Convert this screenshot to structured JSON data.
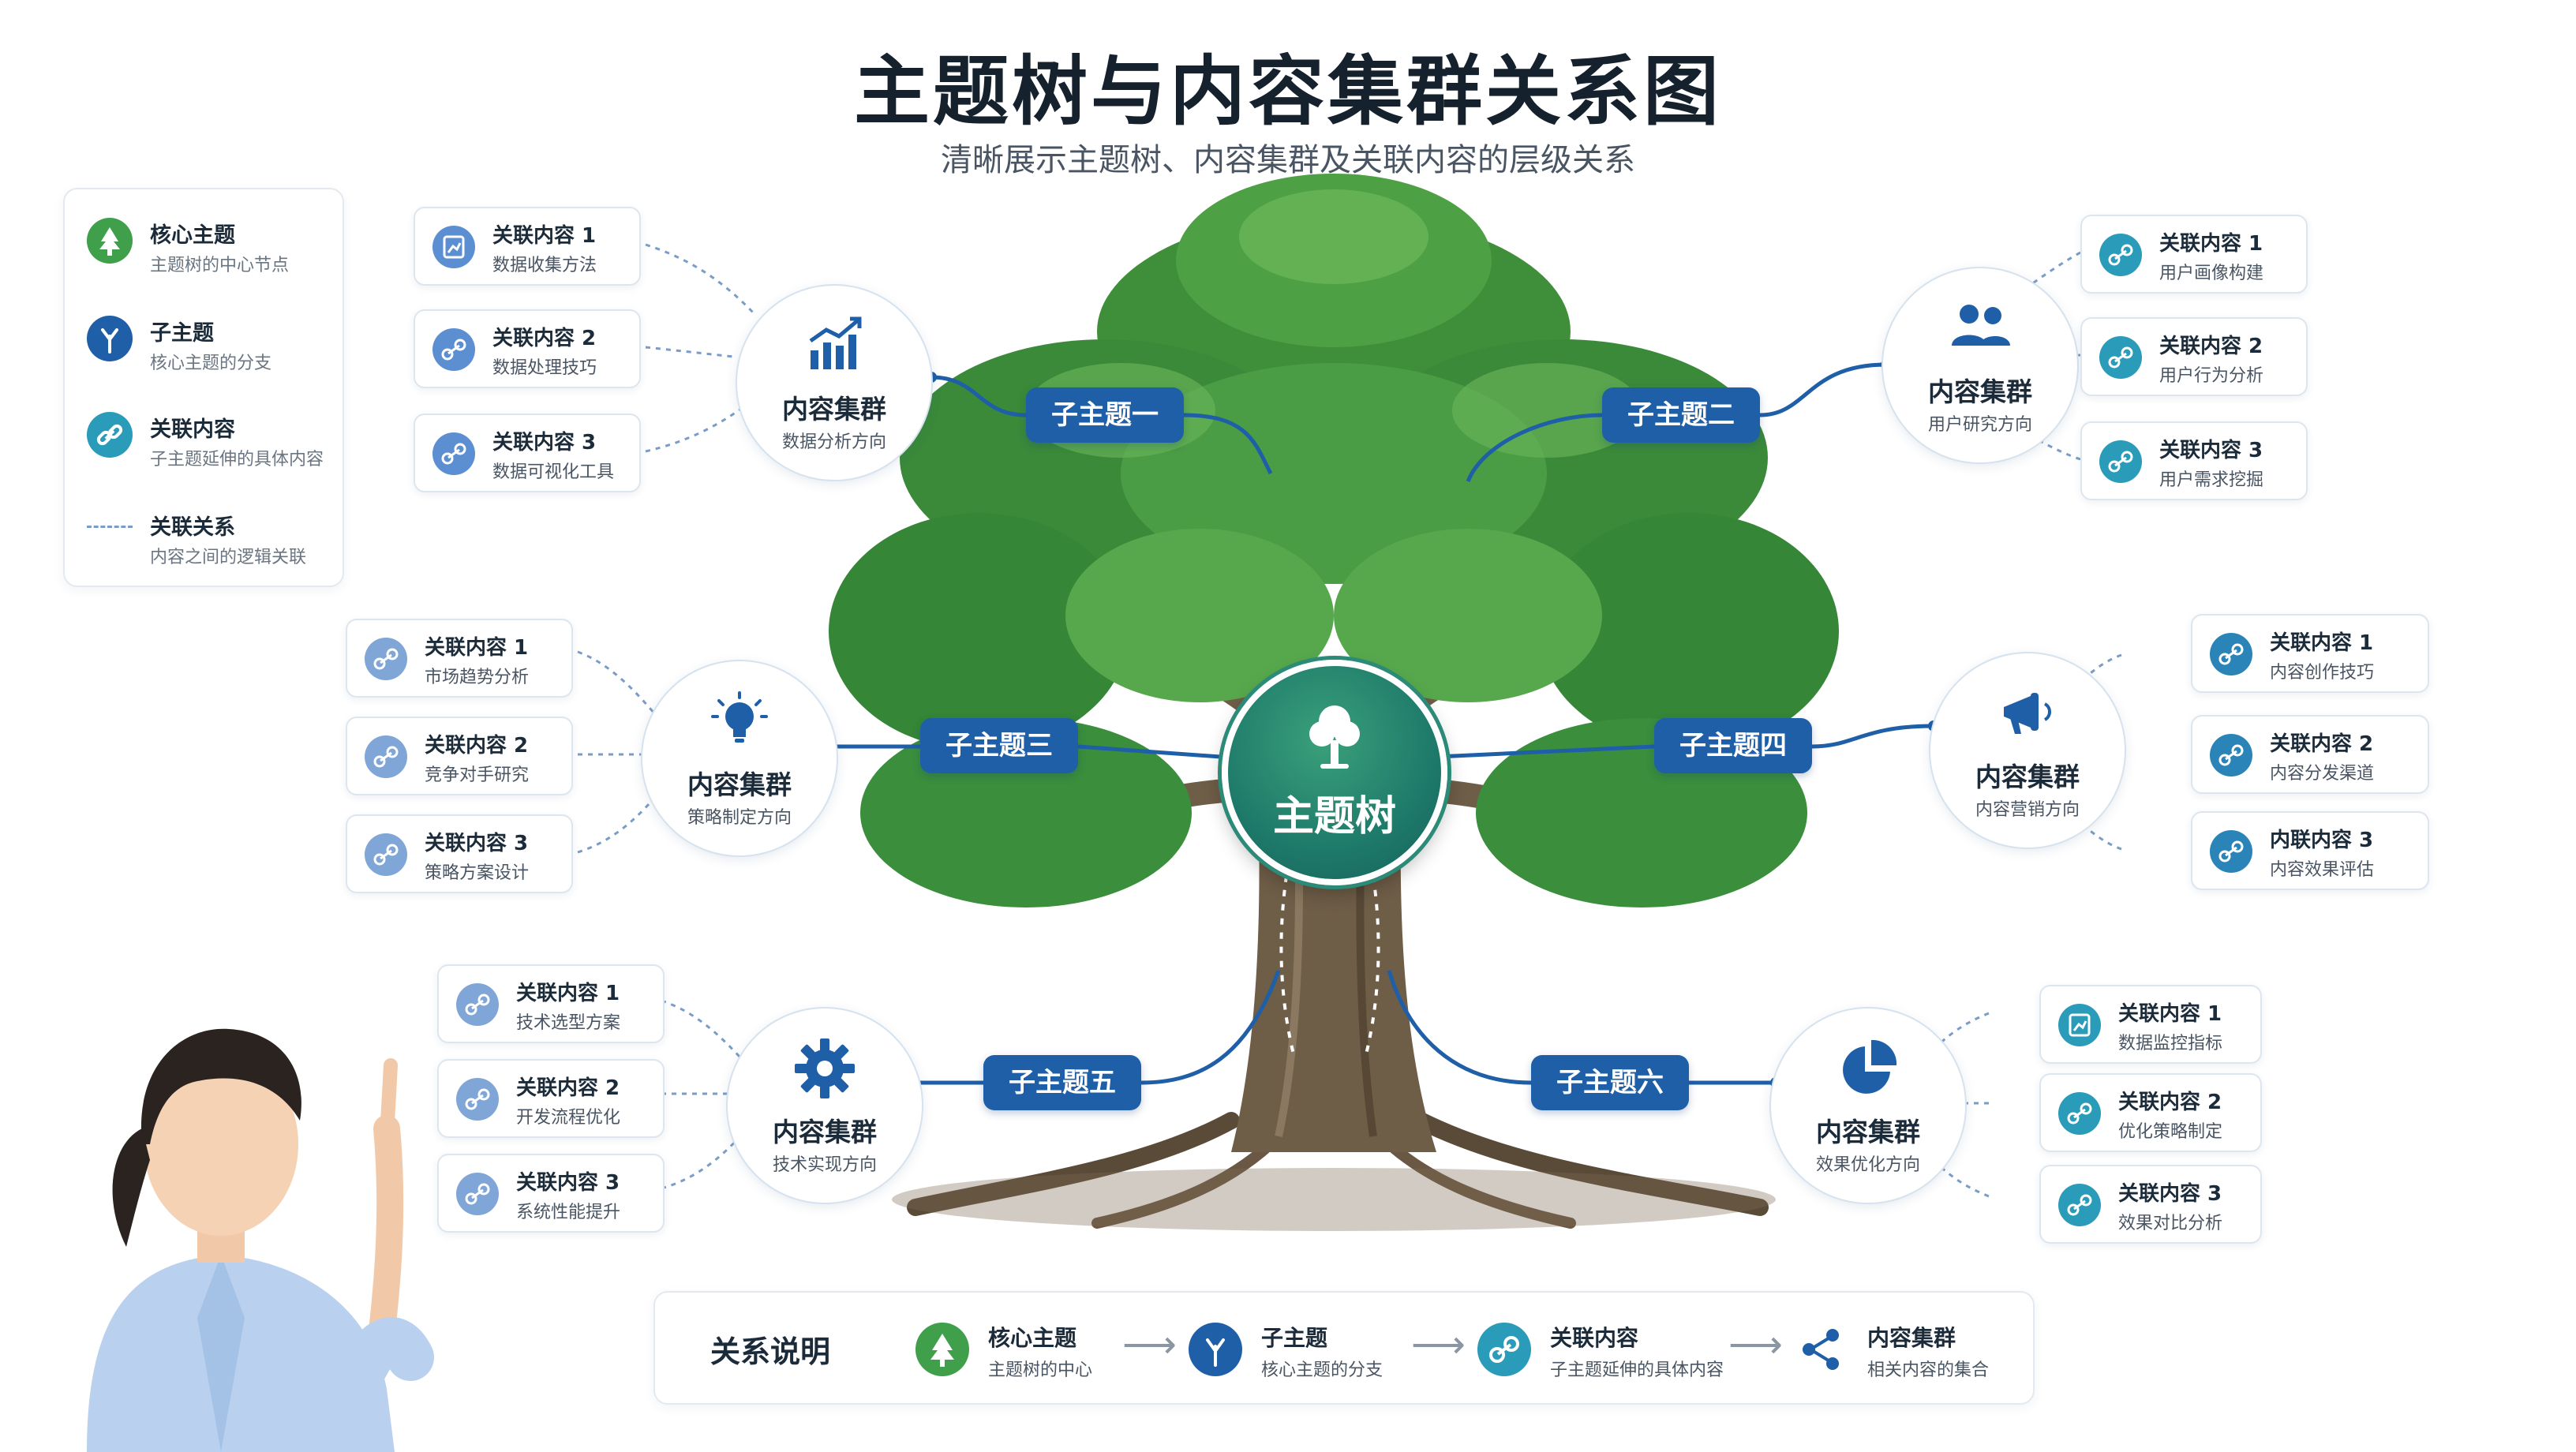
{
  "title": "主题树与内容集群关系图",
  "subtitle": "清晰展示主题树、内容集群及关联内容的层级关系",
  "colors": {
    "core": "#1e7a6a",
    "subtopic": "#1e5fa8",
    "related": "#2a9bb8",
    "leaf_green": "#3f8f3a"
  },
  "legend": [
    {
      "title": "核心主题",
      "desc": "主题树的中心节点",
      "icon": "tree-icon"
    },
    {
      "title": "子主题",
      "desc": "核心主题的分支",
      "icon": "branch-icon"
    },
    {
      "title": "关联内容",
      "desc": "子主题延伸的具体内容",
      "icon": "link-icon"
    },
    {
      "title": "关联关系",
      "desc": "内容之间的逻辑关联",
      "icon": "dashed-line"
    }
  ],
  "core": {
    "label": "主题树"
  },
  "subtopics": [
    {
      "label": "子主题一",
      "cluster": {
        "title": "内容集群",
        "desc": "数据分析方向",
        "icon": "bar-chart-icon"
      },
      "items": [
        {
          "title": "关联内容 1",
          "desc": "数据收集方法"
        },
        {
          "title": "关联内容 2",
          "desc": "数据处理技巧"
        },
        {
          "title": "关联内容 3",
          "desc": "数据可视化工具"
        }
      ]
    },
    {
      "label": "子主题二",
      "cluster": {
        "title": "内容集群",
        "desc": "用户研究方向",
        "icon": "users-icon"
      },
      "items": [
        {
          "title": "关联内容 1",
          "desc": "用户画像构建"
        },
        {
          "title": "关联内容 2",
          "desc": "用户行为分析"
        },
        {
          "title": "关联内容 3",
          "desc": "用户需求挖掘"
        }
      ]
    },
    {
      "label": "子主题三",
      "cluster": {
        "title": "内容集群",
        "desc": "策略制定方向",
        "icon": "lightbulb-icon"
      },
      "items": [
        {
          "title": "关联内容 1",
          "desc": "市场趋势分析"
        },
        {
          "title": "关联内容 2",
          "desc": "竞争对手研究"
        },
        {
          "title": "关联内容 3",
          "desc": "策略方案设计"
        }
      ]
    },
    {
      "label": "子主题四",
      "cluster": {
        "title": "内容集群",
        "desc": "内容营销方向",
        "icon": "megaphone-icon"
      },
      "items": [
        {
          "title": "关联内容 1",
          "desc": "内容创作技巧"
        },
        {
          "title": "关联内容 2",
          "desc": "内容分发渠道"
        },
        {
          "title": "内联内容 3",
          "desc": "内容效果评估"
        }
      ]
    },
    {
      "label": "子主题五",
      "cluster": {
        "title": "内容集群",
        "desc": "技术实现方向",
        "icon": "gear-icon"
      },
      "items": [
        {
          "title": "关联内容 1",
          "desc": "技术选型方案"
        },
        {
          "title": "关联内容 2",
          "desc": "开发流程优化"
        },
        {
          "title": "关联内容 3",
          "desc": "系统性能提升"
        }
      ]
    },
    {
      "label": "子主题六",
      "cluster": {
        "title": "内容集群",
        "desc": "效果优化方向",
        "icon": "pie-chart-icon"
      },
      "items": [
        {
          "title": "关联内容 1",
          "desc": "数据监控指标"
        },
        {
          "title": "关联内容 2",
          "desc": "优化策略制定"
        },
        {
          "title": "关联内容 3",
          "desc": "效果对比分析"
        }
      ]
    }
  ],
  "relations": {
    "title": "关系说明",
    "items": [
      {
        "title": "核心主题",
        "desc": "主题树的中心",
        "icon": "tree-icon"
      },
      {
        "title": "子主题",
        "desc": "核心主题的分支",
        "icon": "branch-icon"
      },
      {
        "title": "关联内容",
        "desc": "子主题延伸的具体内容",
        "icon": "link-icon"
      },
      {
        "title": "内容集群",
        "desc": "相关内容的集合",
        "icon": "share-network-icon"
      }
    ]
  }
}
